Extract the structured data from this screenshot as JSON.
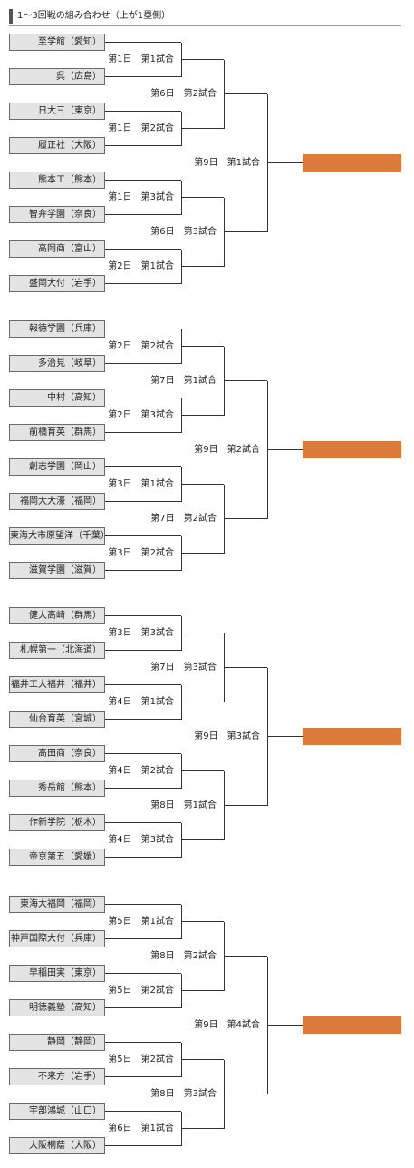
{
  "header": {
    "title": "1～3回戦の組み合わせ（上が1塁側）"
  },
  "blocks": [
    {
      "teams": [
        "至学館（愛知）",
        "呉（広島）",
        "日大三（東京）",
        "履正社（大阪）",
        "熊本工（熊本）",
        "智弁学園（奈良）",
        "高岡商（富山）",
        "盛岡大付（岩手）"
      ],
      "r1": [
        "第1日　第1試合",
        "第1日　第2試合",
        "第1日　第3試合",
        "第2日　第1試合"
      ],
      "r2": [
        "第6日　第2試合",
        "第6日　第3試合"
      ],
      "r3": "第9日　第1試合"
    },
    {
      "teams": [
        "報徳学園（兵庫）",
        "多治見（岐阜）",
        "中村（高知）",
        "前橋育英（群馬）",
        "創志学園（岡山）",
        "福岡大大濠（福岡）",
        "東海大市原望洋（千葉）",
        "滋賀学園（滋賀）"
      ],
      "r1": [
        "第2日　第2試合",
        "第2日　第3試合",
        "第3日　第1試合",
        "第3日　第2試合"
      ],
      "r2": [
        "第7日　第1試合",
        "第7日　第2試合"
      ],
      "r3": "第9日　第2試合"
    },
    {
      "teams": [
        "健大高崎（群馬）",
        "札幌第一（北海道）",
        "福井工大福井（福井）",
        "仙台育英（宮城）",
        "高田商（奈良）",
        "秀岳館（熊本）",
        "作新学院（栃木）",
        "帝京第五（愛媛）"
      ],
      "r1": [
        "第3日　第3試合",
        "第4日　第1試合",
        "第4日　第2試合",
        "第4日　第3試合"
      ],
      "r2": [
        "第7日　第3試合",
        "第8日　第1試合"
      ],
      "r3": "第9日　第3試合"
    },
    {
      "teams": [
        "東海大福岡（福岡）",
        "神戸国際大付（兵庫）",
        "早稲田実（東京）",
        "明徳義塾（高知）",
        "静岡（静岡）",
        "不来方（岩手）",
        "宇部鴻城（山口）",
        "大阪桐蔭（大阪）"
      ],
      "r1": [
        "第5日　第1試合",
        "第5日　第2試合",
        "第5日　第2試合",
        "第6日　第1試合"
      ],
      "r2": [
        "第8日　第2試合",
        "第8日　第3試合"
      ],
      "r3": "第9日　第4試合"
    }
  ]
}
